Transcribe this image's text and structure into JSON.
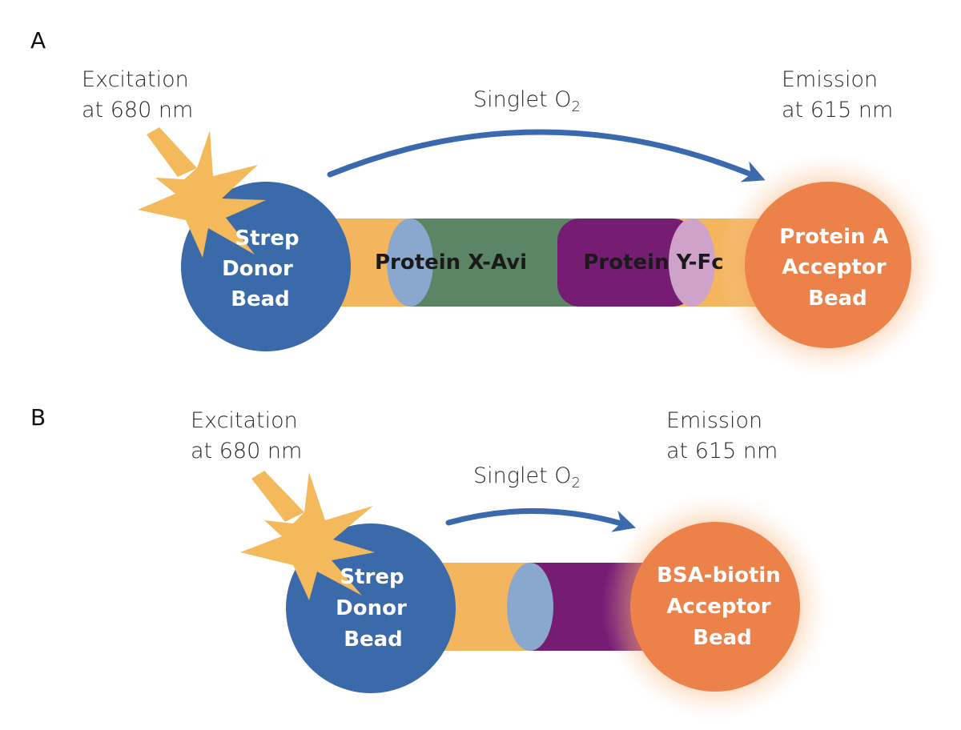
{
  "panel_a": {
    "letter": "A",
    "excitation": [
      "Excitation",
      "at 680 nm"
    ],
    "singlet": "Singlet O",
    "singlet_sub": "2",
    "emission": [
      "Emission",
      "at 615 nm"
    ],
    "donor_bead": [
      "Strep",
      "Donor",
      "Bead"
    ],
    "acceptor_bead": [
      "Protein A",
      "Acceptor",
      "Bead"
    ],
    "protein_x": "Protein X-Avi",
    "protein_y": "Protein Y-Fc"
  },
  "panel_b": {
    "letter": "B",
    "excitation": [
      "Excitation",
      "at 680 nm"
    ],
    "singlet": "Singlet O",
    "singlet_sub": "2",
    "emission": [
      "Emission",
      "at 615 nm"
    ],
    "donor_bead": [
      "Strep",
      "Donor",
      "Bead"
    ],
    "acceptor_bead": [
      "BSA-biotin",
      "Acceptor",
      "Bead"
    ]
  },
  "colors": {
    "donor_blue": "#3b6aaa",
    "acceptor_orange": "#ec824a",
    "glow_orange": "#f39a5a",
    "linker_yellow": "#f3b55e",
    "star_yellow": "#f4b95a",
    "protein_x_green": "#5b8565",
    "protein_y_purple": "#761c73",
    "biotin_oval": "#8aa8cd",
    "fc_oval": "#cfa3c9",
    "arrow_blue": "#3a6aad"
  }
}
